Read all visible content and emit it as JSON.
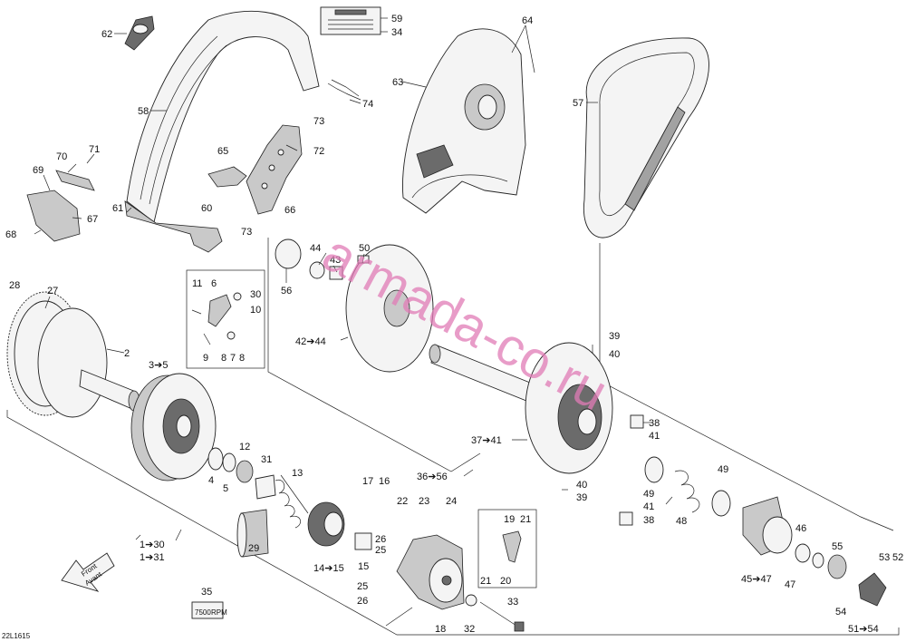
{
  "diagram_code": "22L1615",
  "watermark": "armada-co.ru",
  "front_label": {
    "line1": "Front",
    "line2": "Avant"
  },
  "decal": {
    "rpm": "7500",
    "unit": "RPM"
  },
  "callouts": {
    "c62": "62",
    "c59": "59",
    "c34": "34",
    "c64": "64",
    "c63": "63",
    "c57": "57",
    "c58": "58",
    "c73a": "73",
    "c74": "74",
    "c72": "72",
    "c65": "65",
    "c71": "71",
    "c70": "70",
    "c69": "69",
    "c67": "67",
    "c61": "61",
    "c60": "60",
    "c66": "66",
    "c73b": "73",
    "c68": "68",
    "c50": "50",
    "c44": "44",
    "c43": "43",
    "c56": "56",
    "c28": "28",
    "c27": "27",
    "c11": "11",
    "c6": "6",
    "c30a": "30",
    "c10": "10",
    "c9": "9",
    "c8a": "8",
    "c7": "7",
    "c8b": "8",
    "c2": "2",
    "c3_5": "3➔5",
    "c42_44": "42➔44",
    "c39a": "39",
    "c40a": "40",
    "c38a": "38",
    "c41a": "41",
    "c37_41": "37➔41",
    "c4": "4",
    "c5": "5",
    "c12": "12",
    "c31": "31",
    "c13": "13",
    "c36_56": "36➔56",
    "c49a": "49",
    "c49b": "49",
    "c40b": "40",
    "c39b": "39",
    "c41b": "41",
    "c38b": "38",
    "c48": "48",
    "c17": "17",
    "c16": "16",
    "c22": "22",
    "c23": "23",
    "c24": "24",
    "c19": "19",
    "c21a": "21",
    "c21b": "21",
    "c20": "20",
    "c26a": "26",
    "c25a": "25",
    "c29": "29",
    "c14_15": "14➔15",
    "c15": "15",
    "c1_30": "1➔30",
    "c1_31": "1➔31",
    "c35": "35",
    "c25b": "25",
    "c26b": "26",
    "c18": "18",
    "c32": "32",
    "c33": "33",
    "c46": "46",
    "c55": "55",
    "c47": "47",
    "c45_47": "45➔47",
    "c53": "53",
    "c52": "52",
    "c54": "54",
    "c51_54": "51➔54"
  }
}
